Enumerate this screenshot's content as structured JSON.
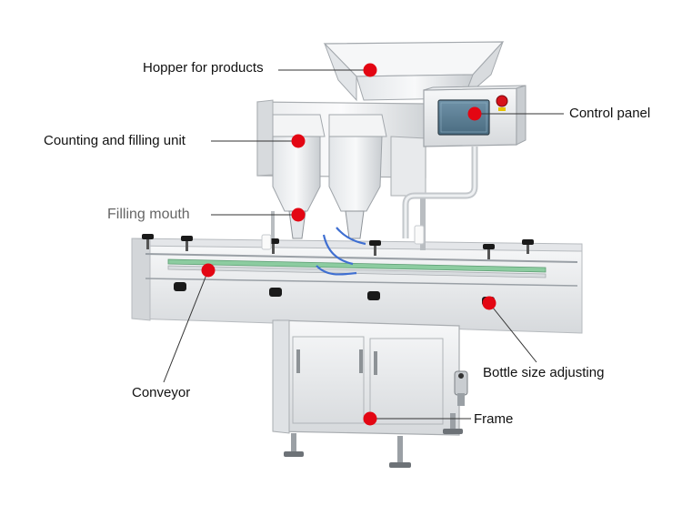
{
  "colors": {
    "marker": "#e30613",
    "leader": "#333333",
    "steel_light": "#f1f2f3",
    "steel_mid": "#d9dcdf",
    "steel_dark": "#a7abb0",
    "glass": "#e7ecef",
    "screen": "#5b7f97",
    "conveyor_band": "#6fbf8a",
    "pneumatic": "#3f6fd1",
    "knob": "#1a1a1a"
  },
  "labels": {
    "hopper": "Hopper for products",
    "counting": "Counting and filling unit",
    "filling_mouth": "Filling mouth",
    "control_panel": "Control panel",
    "conveyor": "Conveyor",
    "bottle_size": "Bottle size adjusting",
    "frame": "Frame"
  },
  "icons": {
    "marker": "red-dot-marker",
    "emergency_stop": "emergency-stop-icon",
    "touch_screen": "touch-screen-icon"
  }
}
